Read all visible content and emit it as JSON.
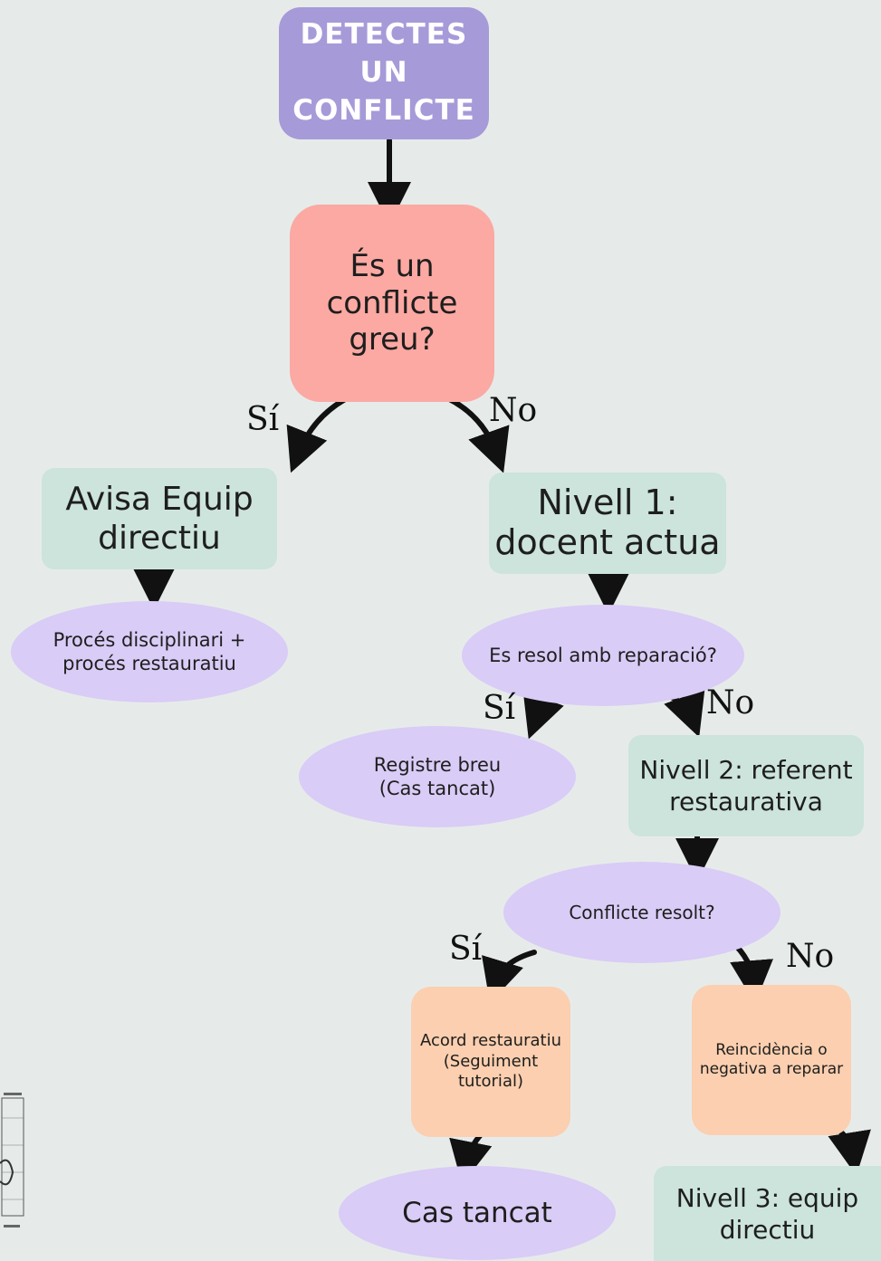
{
  "nodes": {
    "start": {
      "line1": "DETECTES UN",
      "line2": "CONFLICTE"
    },
    "q1": {
      "line1": "És un",
      "line2": "conflicte",
      "line3": "greu?"
    },
    "avisa": {
      "line1": "Avisa Equip",
      "line2": "directiu"
    },
    "proces": {
      "line1": "Procés disciplinari +",
      "line2": "procés restauratiu"
    },
    "nivell1": {
      "line1": "Nivell 1:",
      "line2": "docent actua"
    },
    "q2": {
      "text": "Es resol amb reparació?"
    },
    "registre": {
      "line1": "Registre breu",
      "line2": "(Cas tancat)"
    },
    "nivell2": {
      "line1": "Nivell 2: referent",
      "line2": "restaurativa"
    },
    "q3": {
      "text": "Conflicte resolt?"
    },
    "acord": {
      "line1": "Acord restauratiu",
      "line2": "(Seguiment tutorial)"
    },
    "reincidencia": {
      "line1": "Reincidència o",
      "line2": "negativa a reparar"
    },
    "cas_tancat": {
      "text": "Cas tancat"
    },
    "nivell3": {
      "line1": "Nivell 3: equip",
      "line2": "directiu"
    }
  },
  "edge_labels": {
    "q1_si": "Sí",
    "q1_no": "No",
    "q2_si": "Sí",
    "q2_no": "No",
    "q3_si": "Sí",
    "q3_no": "No"
  },
  "colors": {
    "start": "#a79ad8",
    "decision": "#fba9a2",
    "level": "#cce4dc",
    "oval": "#d9ccf6",
    "outcome": "#fbcfaf",
    "background": "#e6ebea"
  }
}
